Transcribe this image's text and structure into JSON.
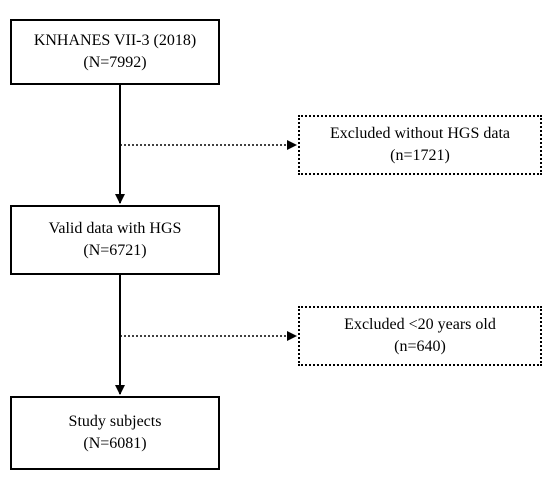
{
  "flowchart": {
    "source": {
      "title": "KNHANES VII-3 (2018)",
      "count": "(N=7992)"
    },
    "valid": {
      "title": "Valid data with HGS",
      "count": "(N=6721)"
    },
    "study": {
      "title": "Study subjects",
      "count": "(N=6081)"
    },
    "exclusions": [
      {
        "title": "Excluded without HGS data",
        "count": "(n=1721)"
      },
      {
        "title": "Excluded <20 years old",
        "count": "(n=640)"
      }
    ]
  }
}
